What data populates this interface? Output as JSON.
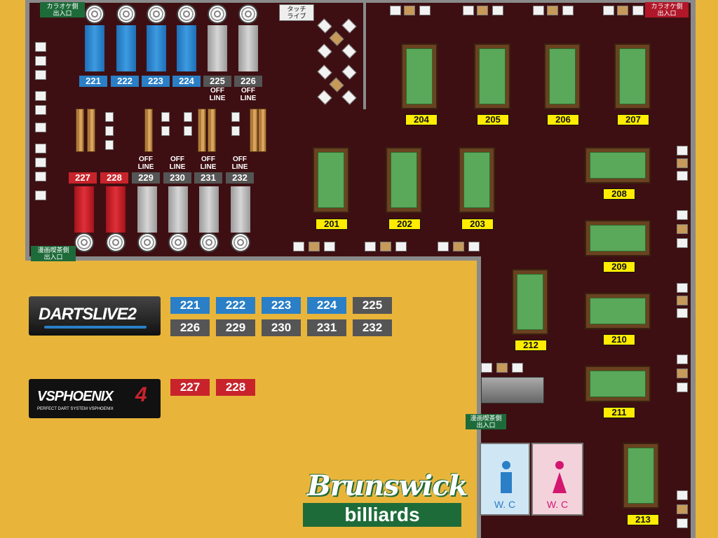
{
  "dart_lanes_top": [
    {
      "number": "221",
      "color": "blue",
      "status": ""
    },
    {
      "number": "222",
      "color": "blue",
      "status": ""
    },
    {
      "number": "223",
      "color": "blue",
      "status": ""
    },
    {
      "number": "224",
      "color": "blue",
      "status": ""
    },
    {
      "number": "225",
      "color": "gray",
      "status": "OFF\nLINE"
    },
    {
      "number": "226",
      "color": "gray",
      "status": "OFF\nLINE"
    }
  ],
  "dart_lanes_bottom": [
    {
      "number": "227",
      "color": "red",
      "status": ""
    },
    {
      "number": "228",
      "color": "red",
      "status": ""
    },
    {
      "number": "229",
      "color": "gray",
      "status": "OFF\nLINE"
    },
    {
      "number": "230",
      "color": "gray",
      "status": "OFF\nLINE"
    },
    {
      "number": "231",
      "color": "gray",
      "status": "OFF\nLINE"
    },
    {
      "number": "232",
      "color": "gray",
      "status": "OFF\nLINE"
    }
  ],
  "pool_tables": [
    "201",
    "202",
    "203",
    "204",
    "205",
    "206",
    "207",
    "208",
    "209",
    "210",
    "211",
    "212",
    "213"
  ],
  "signs": {
    "karaoke_left": "カラオケ側\n出入口",
    "karaoke_right": "カラオケ側\n出入口",
    "manga_left": "漫画喫茶側\n出入口",
    "manga_right": "漫画喫茶側\n出入口",
    "touch_live": "タッチ\nライブ"
  },
  "legend": {
    "dartslive_label": "DARTSLIVE2",
    "dartslive_numbers": [
      {
        "n": "221",
        "c": "blue"
      },
      {
        "n": "222",
        "c": "blue"
      },
      {
        "n": "223",
        "c": "blue"
      },
      {
        "n": "224",
        "c": "blue"
      },
      {
        "n": "225",
        "c": "gray"
      },
      {
        "n": "226",
        "c": "gray"
      },
      {
        "n": "229",
        "c": "gray"
      },
      {
        "n": "230",
        "c": "gray"
      },
      {
        "n": "231",
        "c": "gray"
      },
      {
        "n": "232",
        "c": "gray"
      }
    ],
    "phoenix_label": "VSPHOENIX",
    "phoenix_badge": "4",
    "phoenix_sub": "PERFECT DART SYSTEM VSPHOENIX",
    "phoenix_numbers": [
      {
        "n": "227",
        "c": "red"
      },
      {
        "n": "228",
        "c": "red"
      }
    ]
  },
  "restrooms": {
    "men": "W. C",
    "women": "W. C"
  },
  "brand": {
    "name": "Brunswick",
    "sub": "billiards"
  },
  "colors": {
    "blue": "#2a7fc6",
    "gray": "#555555",
    "red": "#c8232b",
    "yellow": "#ffec00",
    "floor": "#3d0f12",
    "felt": "#5aa85a",
    "background": "#e8b53a"
  }
}
